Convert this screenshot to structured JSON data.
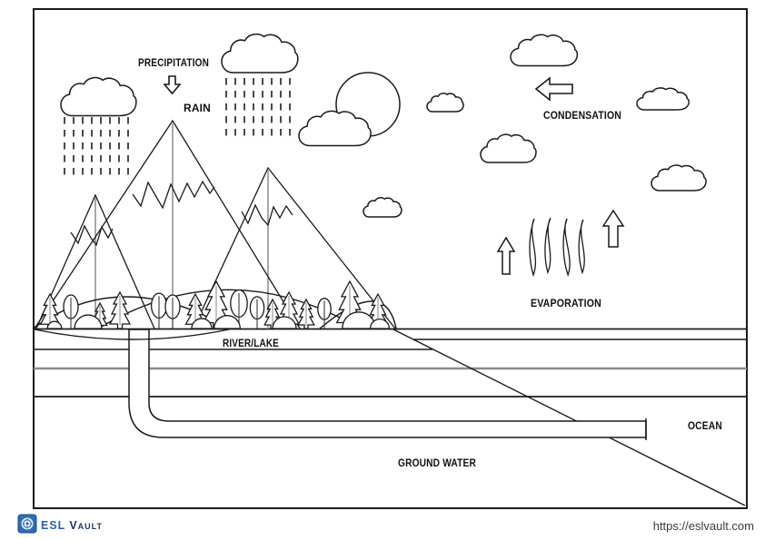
{
  "diagram": {
    "title": "Water cycle diagram worksheet",
    "labels": {
      "precipitation": "PRECIPITATION",
      "rain": "RAIN",
      "condensation": "CONDENSATION",
      "evaporation": "EVAPORATION",
      "river_lake": "RIVER/LAKE",
      "ocean": "OCEAN",
      "ground_water": "GROUND WATER"
    },
    "icons": {
      "precipitation_arrow": "arrow-down",
      "condensation_arrow": "arrow-left",
      "evaporation_arrow_small": "arrow-up",
      "evaporation_arrow_large": "arrow-up",
      "sun": "sun-circle",
      "rain": "dashed-vertical-lines",
      "vapor": "wavy-vapor-lines"
    },
    "colors": {
      "outline": "#1a1a1a",
      "layer_gray": "#8a8a8a"
    }
  },
  "footer": {
    "brand_esl": "ESL",
    "brand_vault": "Vault",
    "url": "https://eslvault.com",
    "brand_color_esl": "#2b5fa7",
    "brand_color_vault": "#1d3668",
    "logo_blue": "#2f6cb3"
  }
}
